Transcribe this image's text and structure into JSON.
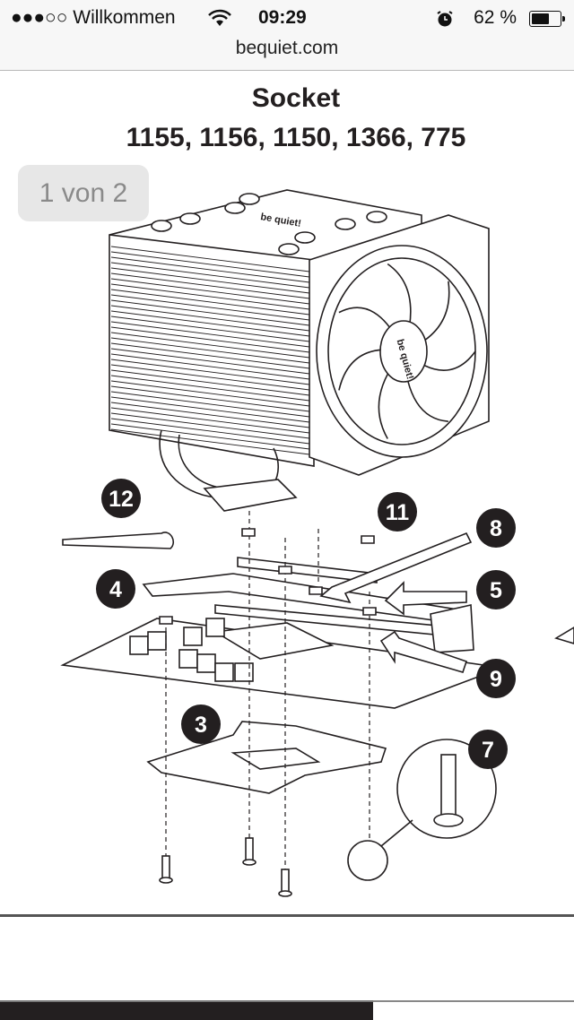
{
  "status_bar": {
    "carrier": "●●●○○ Willkommen",
    "wifi_icon": "wifi-icon",
    "time": "09:29",
    "alarm_icon": "alarm-clock-icon",
    "battery_text": "62 %",
    "battery_level_percent": 62
  },
  "browser": {
    "url": "bequiet.com"
  },
  "document": {
    "title_line1": "Socket",
    "title_line2": "1155, 1156, 1150, 1366, 775",
    "page_indicator": "1 von 2",
    "heatsink_logo": "be quiet!",
    "fan_logo": "be quiet!",
    "callouts": [
      "12",
      "11",
      "8",
      "4",
      "5",
      "9",
      "3",
      "7"
    ]
  },
  "colors": {
    "ink": "#231f20",
    "badge_bg": "#e6e6e6",
    "badge_text": "#8a8a8a"
  }
}
